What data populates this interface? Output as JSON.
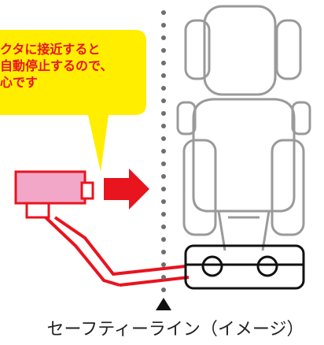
{
  "callout": {
    "line1": "クタに接近すると",
    "line2": "自動停止するので、",
    "line3": "心です"
  },
  "caption": "セーフティーライン（イメージ）",
  "colors": {
    "bubble_fill": "#ffee00",
    "accent_red": "#e8141e",
    "mower_pink": "#f2a6c8",
    "tractor_outline": "#9a9a9a",
    "safety_line": "#6e6e6e"
  },
  "icons": {
    "arrow": "right-arrow-icon",
    "marker": "up-triangle-icon"
  }
}
